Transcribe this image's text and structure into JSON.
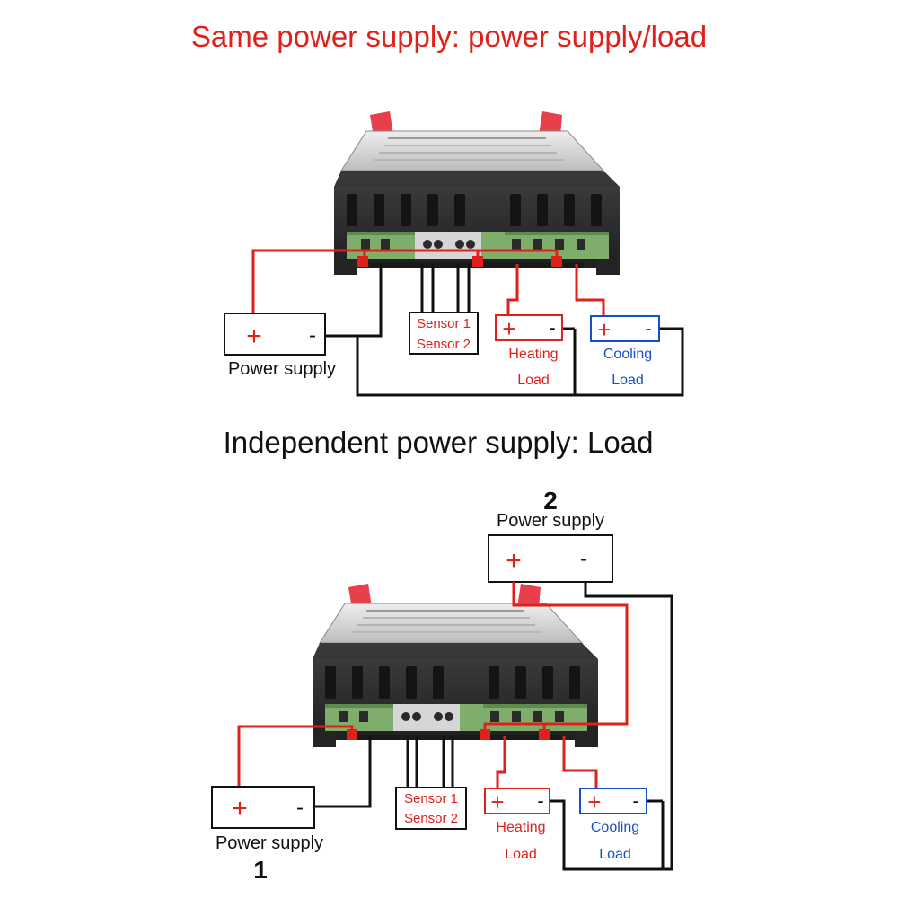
{
  "section_same": {
    "title": "Same power supply: power supply/load",
    "power_supply": {
      "plus": "+",
      "minus": "-",
      "label": "Power supply"
    },
    "sensors": {
      "line1": "Sensor 1",
      "line2": "Sensor 2"
    },
    "heating": {
      "plus": "+",
      "minus": "-",
      "name": "Heating",
      "sub": "Load"
    },
    "cooling": {
      "plus": "+",
      "minus": "-",
      "name": "Cooling",
      "sub": "Load"
    }
  },
  "section_independent": {
    "title": "Independent power supply: Load",
    "power_supply_1": {
      "plus": "+",
      "minus": "-",
      "label": "Power supply",
      "number": "1"
    },
    "power_supply_2": {
      "plus": "+",
      "minus": "-",
      "label": "Power supply",
      "number": "2"
    },
    "sensors": {
      "line1": "Sensor 1",
      "line2": "Sensor 2"
    },
    "heating": {
      "plus": "+",
      "minus": "-",
      "name": "Heating",
      "sub": "Load"
    },
    "cooling": {
      "plus": "+",
      "minus": "-",
      "name": "Cooling",
      "sub": "Load"
    }
  },
  "colors": {
    "title_red": "#e0201b",
    "title_black": "#111111",
    "wire_red": "#e0201b",
    "wire_black": "#111111",
    "cooling_blue": "#1451c8",
    "device_body": "#2c2c2e",
    "device_top": "#d9d9d9",
    "terminal_green": "#8fbf7a",
    "clip_red": "#e8404a"
  }
}
